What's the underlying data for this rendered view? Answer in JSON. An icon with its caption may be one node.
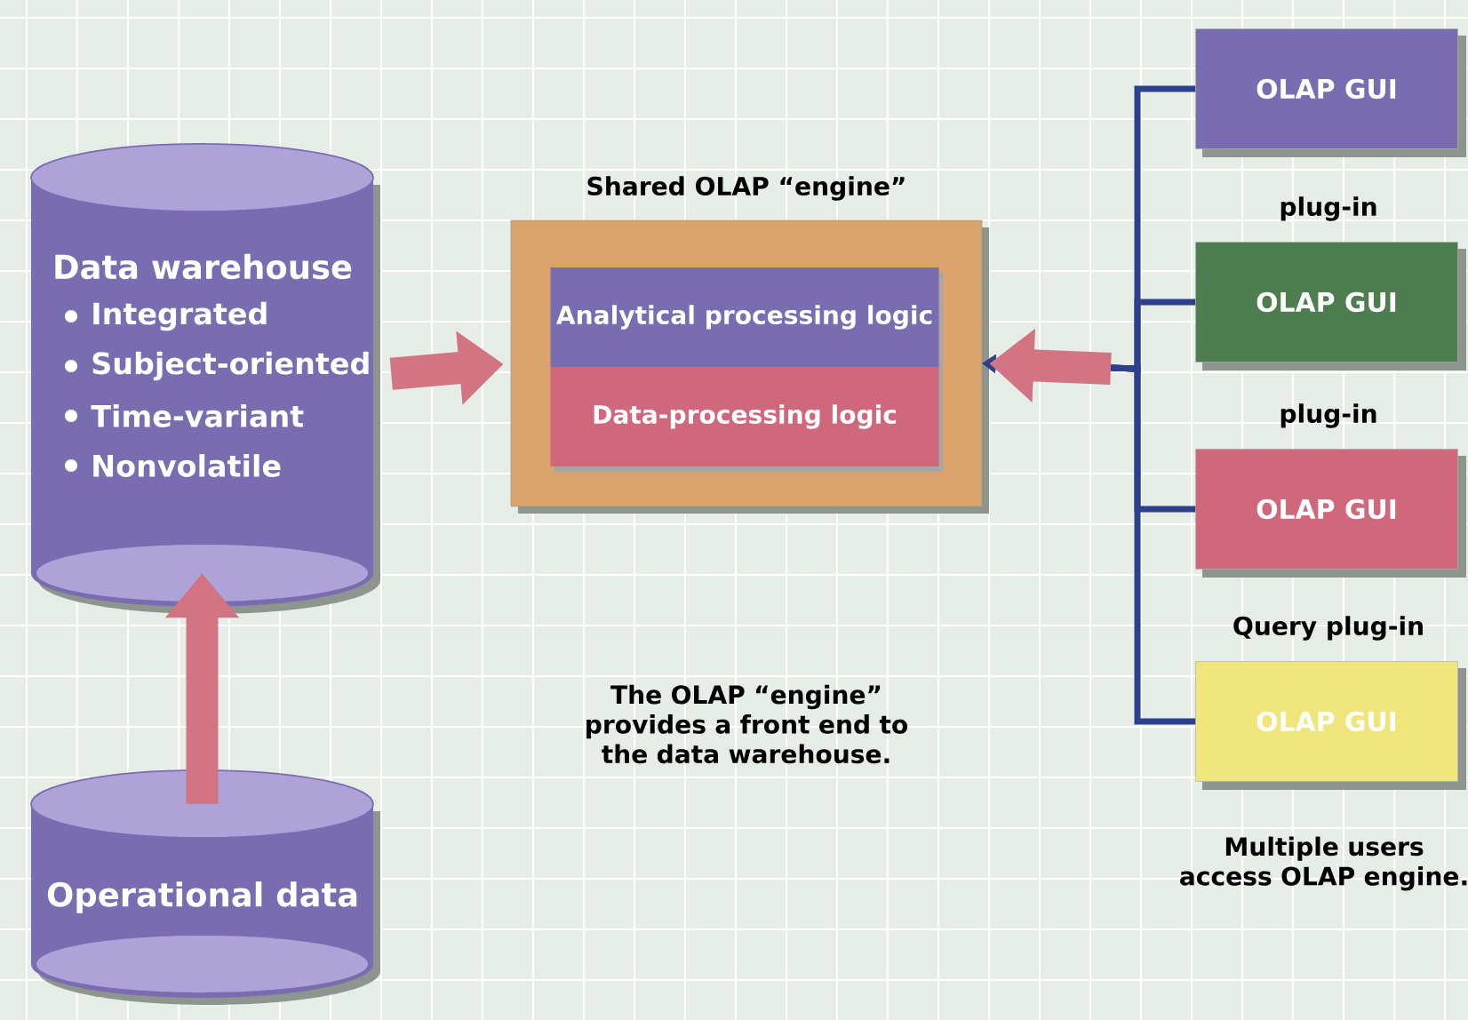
{
  "diagram": {
    "nodes": [
      {
        "text": [
          "Data warehouse",
          "Integrated",
          "Subject-oriented",
          "Time-variant",
          "Nonvolatile"
        ]
      },
      {
        "text": [
          "Operational data"
        ]
      },
      {
        "text": [
          "Shared OLAP “engine”"
        ]
      },
      {
        "text": [
          "Analytical processing logic"
        ],
        "in": 2
      },
      {
        "text": [
          "Data-processing logic"
        ],
        "in": 2
      },
      {
        "text": [
          "OLAP GUI"
        ]
      },
      {
        "text": [
          "plug-in",
          "OLAP GUI"
        ]
      },
      {
        "text": [
          "plug-in",
          "OLAP GUI"
        ]
      },
      {
        "text": [
          "Query plug-in",
          "OLAP GUI"
        ]
      }
    ],
    "edges": [
      {
        "from": 1,
        "to": 0,
        "arrow": "to",
        "style": "thick",
        "color": "#d27482"
      },
      {
        "from": 0,
        "to": 2,
        "arrow": "to",
        "style": "thick",
        "color": "#d27482"
      },
      {
        "from": 5,
        "to": 2,
        "arrow": "to"
      },
      {
        "from": 6,
        "to": 2,
        "arrow": "to"
      },
      {
        "from": 7,
        "to": 2,
        "arrow": "to"
      },
      {
        "from": 8,
        "to": 2,
        "arrow": "to"
      }
    ],
    "labels": [
      "The OLAP “engine” provides a front end to the data warehouse.",
      "Multiple users access OLAP engine."
    ]
  }
}
